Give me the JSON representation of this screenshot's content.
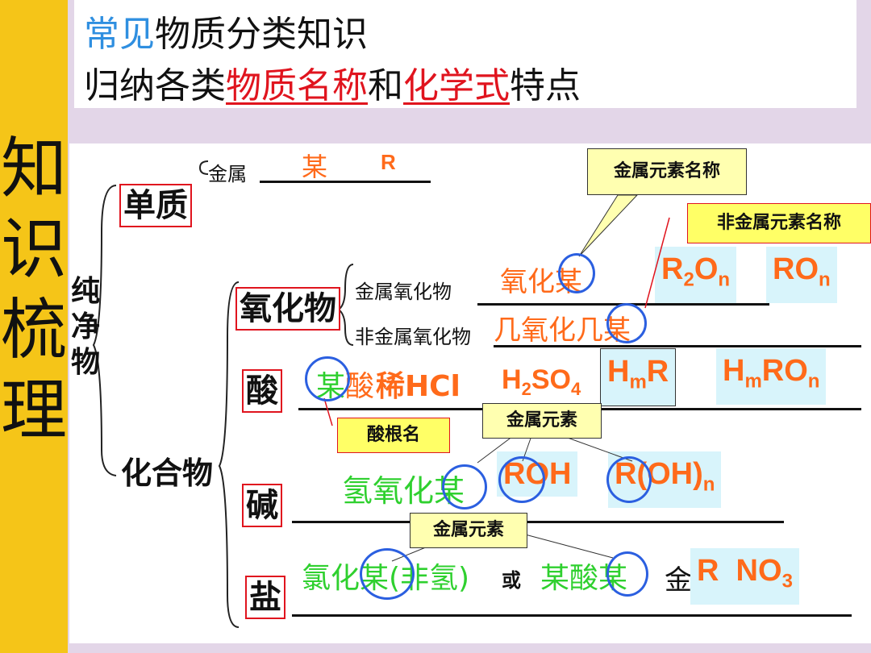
{
  "sidebar": {
    "title": "知识梳理"
  },
  "header": {
    "line1_prefix": "常见",
    "line1_rest": "物质分类知识",
    "line2_a": "归纳各类",
    "line2_b": "物质名称",
    "line2_c": "和",
    "line2_d": "化学式",
    "line2_e": "特点"
  },
  "tree": {
    "pure": "纯净物",
    "element": "单质",
    "metal": "金属",
    "metal_name": "某",
    "metal_formula": "R",
    "compound": "化合物",
    "oxide": "氧化物",
    "metal_oxide": "金属氧化物",
    "nonmetal_oxide": "非金属氧化物",
    "metal_oxide_name": "氧化某",
    "nonmetal_oxide_name": "几氧化几某",
    "acid": "酸",
    "acid_name_a": "某",
    "acid_name_b": "酸",
    "acid_examples": "稀HCl",
    "acid_h2so4_a": "H",
    "acid_h2so4_b": "2",
    "acid_h2so4_c": "SO",
    "acid_h2so4_d": "4",
    "base": "碱",
    "base_name": "氢氧化某",
    "salt": "盐",
    "salt_name1": "氯化某(非氢)",
    "salt_or": "或",
    "salt_name2": "某酸某",
    "salt_tail": "金"
  },
  "formulas": {
    "r2on": {
      "a": "R",
      "b": "2",
      "c": "O",
      "d": "n"
    },
    "ron": {
      "a": "RO",
      "b": "n"
    },
    "hmr": {
      "a": "H",
      "b": "m",
      "c": "R"
    },
    "hmron": {
      "a": "H",
      "b": "m",
      "c": "RO",
      "d": "n"
    },
    "roh": "ROH",
    "rohn": {
      "a": "R(OH)",
      "b": "n"
    },
    "rno3": {
      "a": "R  NO",
      "b": "3"
    }
  },
  "callouts": {
    "metal_element_name": "金属元素名称",
    "nonmetal_element_name": "非金属元素名称",
    "acid_radical": "酸根名",
    "metal_element_1": "金属元素",
    "metal_element_2": "金属元素"
  },
  "colors": {
    "sidebar": "#f5c518",
    "accent_red": "#e0141e",
    "orange": "#ff6a1a",
    "green": "#2fd02f",
    "formula_bg": "#d8f4fb",
    "circle": "#2b5fe0"
  }
}
